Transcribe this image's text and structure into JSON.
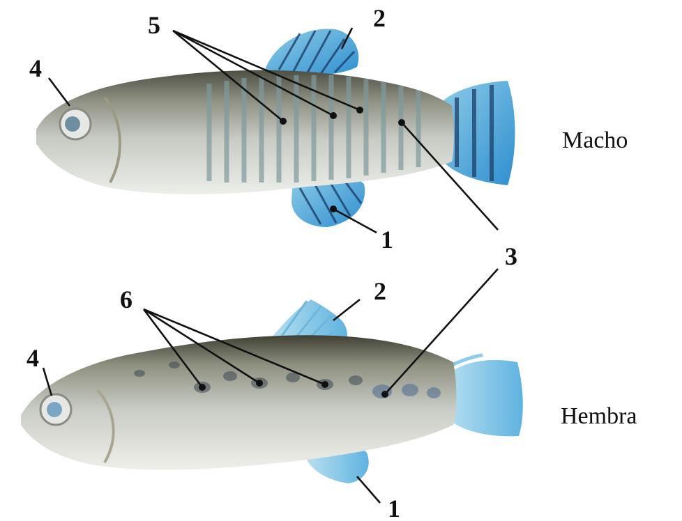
{
  "labels": {
    "male": "Macho",
    "female": "Hembra"
  },
  "callouts": {
    "anal_fin": "1",
    "dorsal_fin": "2",
    "caudal_peduncle_spots": "3",
    "eye": "4",
    "male_bars": "5",
    "female_spots": "6"
  },
  "colors": {
    "fin_blue": "#3a9fd6",
    "fin_blue_light": "#8ecde8",
    "body_silver": "#c9cbc4",
    "back_dark": "#4a4a3a",
    "belly_white": "#eef0ee"
  },
  "icons": {
    "male": "male-killifish-illustration",
    "female": "female-killifish-illustration"
  }
}
